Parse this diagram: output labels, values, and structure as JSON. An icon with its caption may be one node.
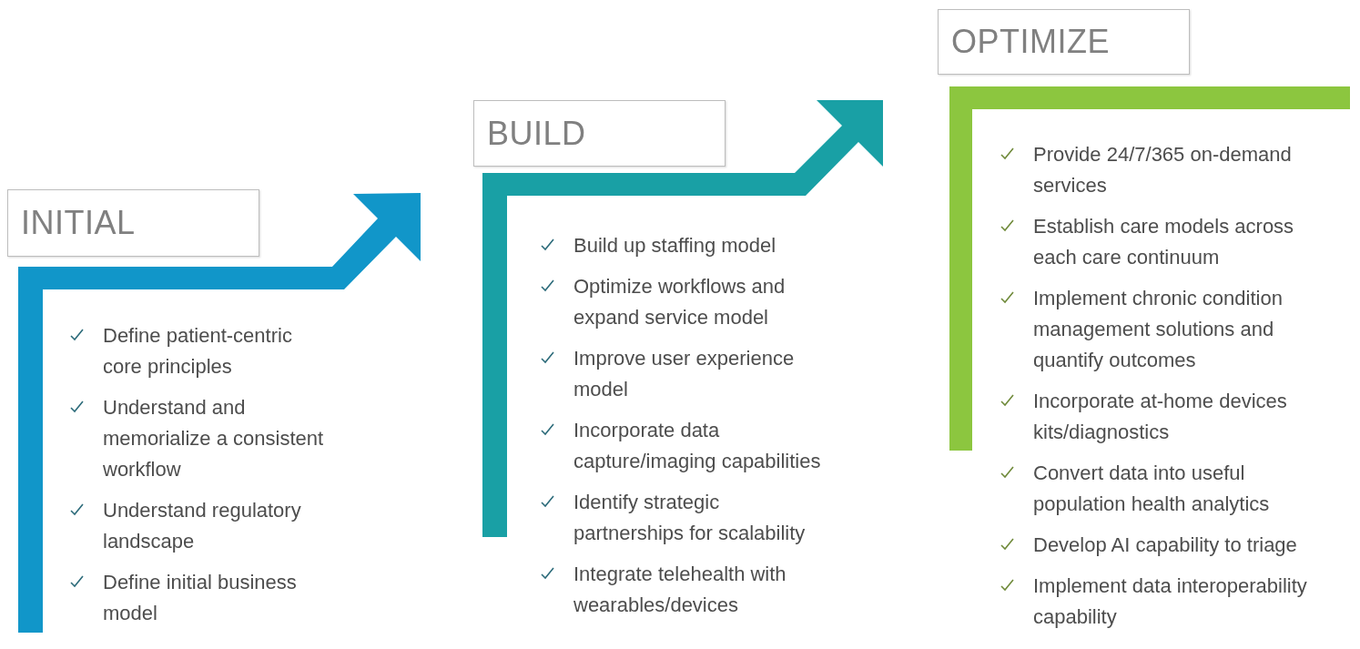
{
  "diagram": {
    "nodes": [
      {
        "text": [
          "INITIAL"
        ],
        "beside": [
          "Define patient-centric core principles",
          "Understand and memorialize a consistent workflow",
          "Understand regulatory landscape",
          "Define initial business model"
        ]
      },
      {
        "text": [
          "BUILD"
        ],
        "beside": [
          "Build up staffing model",
          "Optimize workflows and expand service model",
          "Improve user experience model",
          "Incorporate data capture/imaging capabilities",
          "Identify strategic partnerships for scalability",
          "Integrate telehealth with wearables/devices"
        ]
      },
      {
        "text": [
          "OPTIMIZE"
        ],
        "beside": [
          "Provide 24/7/365 on-demand services",
          "Establish care models across each care continuum",
          "Implement chronic condition management solutions and quantify outcomes",
          "Incorporate at-home devices kits/diagnostics",
          "Convert data into useful population health analytics",
          "Develop AI capability to triage",
          "Implement data interoperability capability"
        ]
      }
    ]
  }
}
